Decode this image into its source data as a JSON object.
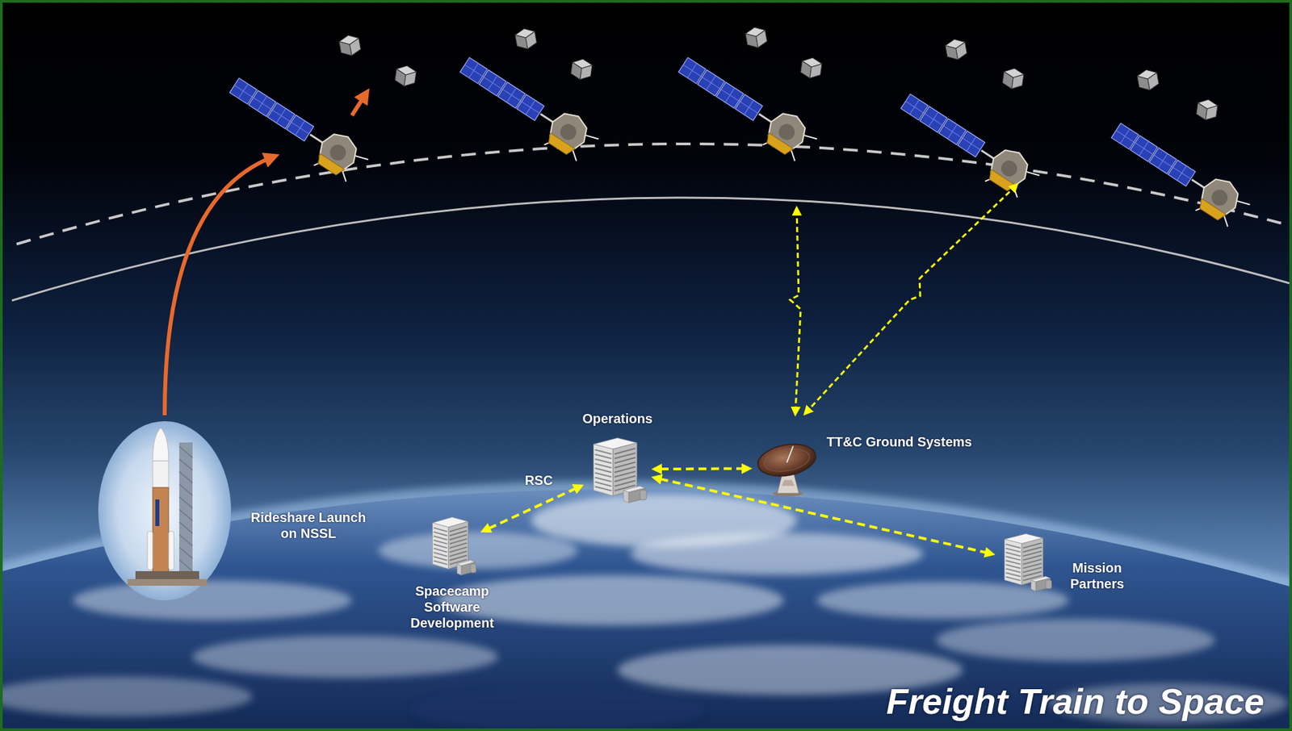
{
  "diagram": {
    "title": "Freight Train to Space",
    "nodes": [
      {
        "text": [
          "Rideshare Launch on NSSL"
        ]
      },
      {
        "text": [
          "Operations"
        ]
      },
      {
        "text": [
          "TT&C Ground Systems"
        ]
      },
      {
        "text": [
          "Spacecamp Software Development"
        ]
      },
      {
        "text": [
          "Mission Partners"
        ]
      }
    ],
    "edges": [
      {
        "from": 3,
        "to": 1,
        "label": "RSC",
        "arrow": "both"
      },
      {
        "from": 1,
        "to": 2,
        "arrow": "both"
      },
      {
        "from": 1,
        "to": 4,
        "arrow": "both"
      }
    ]
  }
}
